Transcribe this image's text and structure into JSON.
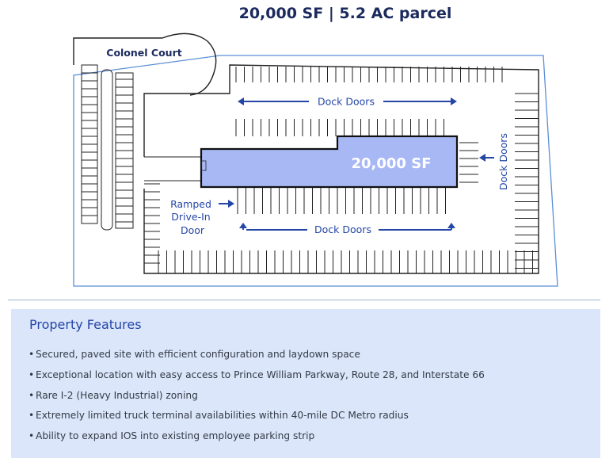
{
  "header": {
    "title": "20,000 SF | 5.2 AC parcel"
  },
  "site_plan": {
    "street_label": "Colonel Court",
    "building_label": "20,000 SF",
    "dock_doors_top": "Dock Doors",
    "dock_doors_bottom": "Dock Doors",
    "dock_doors_right": "Dock Doors",
    "ramped_door": [
      "Ramped",
      "Drive-In",
      "Door"
    ],
    "colors": {
      "accent": "#2446a6",
      "building_fill": "#a8b8f5",
      "parcel_line": "#5b8fd6",
      "drawing": "#222222"
    }
  },
  "features": {
    "heading": "Property Features",
    "items": [
      "Secured, paved site with efficient configuration and laydown space",
      "Exceptional location with easy access to Prince William Parkway, Route 28, and Interstate 66",
      "Rare I-2 (Heavy Industrial) zoning",
      "Extremely limited truck terminal availabilities within 40-mile DC Metro radius",
      "Ability to expand IOS into existing employee parking strip"
    ],
    "bullet": "•"
  }
}
